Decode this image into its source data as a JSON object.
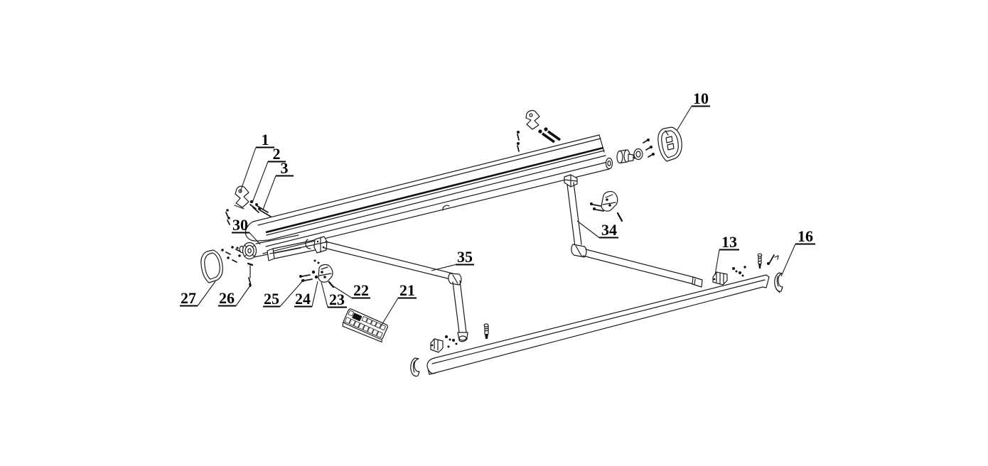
{
  "page": {
    "background_color": "#ffffff",
    "line_color": "#1a1a1a",
    "label_color": "#000000"
  },
  "diagram": {
    "type": "exploded-parts-diagram",
    "part_numbers": [
      "1",
      "2",
      "3",
      "10",
      "13",
      "16",
      "21",
      "22",
      "23",
      "24",
      "25",
      "26",
      "27",
      "30",
      "34",
      "35"
    ],
    "callouts": [
      {
        "label": "1",
        "text": [
          373,
          204
        ],
        "underline": [
          360,
          386,
          207.5
        ],
        "leader": [
          [
            360,
            207.5
          ],
          [
            338,
            270
          ]
        ]
      },
      {
        "label": "2",
        "text": [
          389,
          224
        ],
        "underline": [
          377,
          402,
          227.5
        ],
        "leader": [
          [
            377,
            227.5
          ],
          [
            355,
            285
          ]
        ]
      },
      {
        "label": "3",
        "text": [
          400,
          244
        ],
        "underline": [
          388,
          413,
          247.5
        ],
        "leader": [
          [
            388,
            247.5
          ],
          [
            370,
            295
          ]
        ]
      },
      {
        "label": "30",
        "text": [
          338,
          324
        ],
        "underline": [
          326,
          351,
          327.5
        ],
        "leader": [
          [
            351,
            327.5
          ],
          [
            366,
            344
          ]
        ]
      },
      {
        "label": "27",
        "text": [
          265,
          427
        ],
        "underline": [
          253,
          278,
          430.5
        ],
        "leader": [
          [
            278,
            430.5
          ],
          [
            303,
            396
          ]
        ]
      },
      {
        "label": "26",
        "text": [
          319,
          427
        ],
        "underline": [
          307,
          332,
          430.5
        ],
        "leader": [
          [
            332,
            430.5
          ],
          [
            352,
            402
          ]
        ]
      },
      {
        "label": "25",
        "text": [
          382,
          428
        ],
        "underline": [
          370,
          394,
          431.5
        ],
        "leader": [
          [
            394,
            431.5
          ],
          [
            428,
            393
          ]
        ]
      },
      {
        "label": "24",
        "text": [
          426,
          428
        ],
        "underline": [
          414,
          439,
          431.5
        ],
        "leader": [
          [
            439,
            431.5
          ],
          [
            447,
            396
          ]
        ]
      },
      {
        "label": "23",
        "text": [
          474,
          429
        ],
        "underline": [
          461,
          488,
          432.5
        ],
        "leader": [
          [
            461,
            432.5
          ],
          [
            452,
            397
          ]
        ]
      },
      {
        "label": "22",
        "text": [
          508,
          416
        ],
        "underline": [
          495,
          521,
          419.5
        ],
        "leader": [
          [
            495,
            419.5
          ],
          [
            466,
            401
          ]
        ]
      },
      {
        "label": "21",
        "text": [
          573,
          416
        ],
        "underline": [
          560,
          586,
          419.5
        ],
        "leader": [
          [
            560,
            419.5
          ],
          [
            536,
            459
          ]
        ]
      },
      {
        "label": "35",
        "text": [
          654,
          369
        ],
        "underline": [
          641,
          667,
          372.5
        ],
        "leader": [
          [
            641,
            372.5
          ],
          [
            607,
            381
          ]
        ]
      },
      {
        "label": "34",
        "text": [
          857,
          331
        ],
        "underline": [
          843,
          870,
          334.5
        ],
        "leader": [
          [
            843,
            334.5
          ],
          [
            812,
            311
          ]
        ]
      },
      {
        "label": "10",
        "text": [
          986,
          146
        ],
        "underline": [
          973,
          999,
          149.5
        ],
        "leader": [
          [
            973,
            149.5
          ],
          [
            952,
            184
          ]
        ]
      },
      {
        "label": "13",
        "text": [
          1026,
          348
        ],
        "underline": [
          1012,
          1040,
          351.5
        ],
        "leader": [
          [
            1012,
            351.5
          ],
          [
            1006,
            387
          ]
        ]
      },
      {
        "label": "16",
        "text": [
          1133,
          340
        ],
        "underline": [
          1119,
          1147,
          343.5
        ],
        "leader": [
          [
            1119,
            343.5
          ],
          [
            1099,
            389
          ]
        ]
      }
    ]
  }
}
